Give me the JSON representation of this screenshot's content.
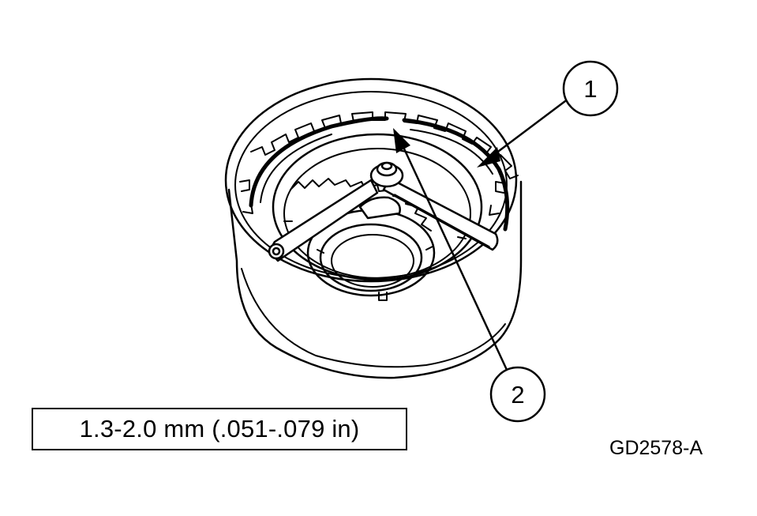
{
  "callouts": [
    {
      "label": "1"
    },
    {
      "label": "2"
    }
  ],
  "spec_label": "1.3-2.0 mm (.051-.079 in)",
  "figure_id": "GD2578-A",
  "colors": {
    "line": "#000000",
    "fill": "#ffffff"
  }
}
